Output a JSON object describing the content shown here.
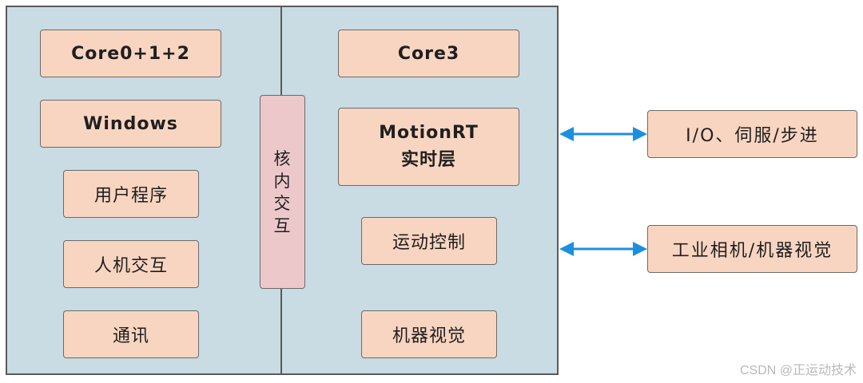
{
  "left": {
    "core_label": "Core0+1+2",
    "os_label": "Windows",
    "items": [
      "用户程序",
      "人机交互",
      "通讯"
    ]
  },
  "center": {
    "label_chars": [
      "核",
      "内",
      "交",
      "互"
    ]
  },
  "right": {
    "core_label": "Core3",
    "rt_line1": "MotionRT",
    "rt_line2": "实时层",
    "items": [
      "运动控制",
      "机器视觉"
    ]
  },
  "external": {
    "io": "I/O、伺服/步进",
    "vision": "工业相机/机器视觉"
  },
  "colors": {
    "panel": "#c9dbe3",
    "box": "#f8d5c1",
    "core_box": "#ecc8cb",
    "arrow": "#1e8fe0"
  },
  "watermark": "CSDN @正运动技术"
}
